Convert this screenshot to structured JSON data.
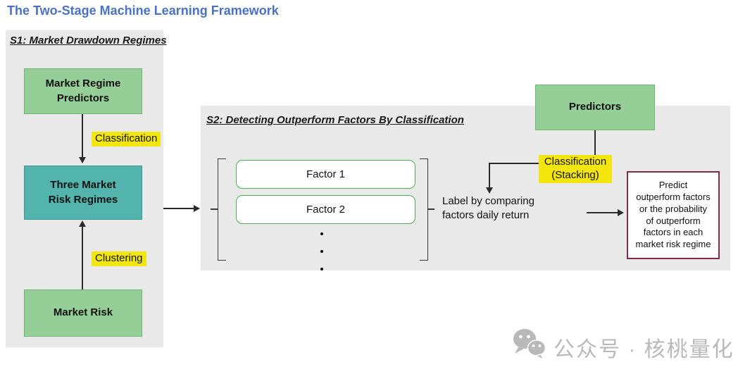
{
  "title": "The Two-Stage Machine Learning Framework",
  "colors": {
    "title_blue": "#4a72c4",
    "panel_gray": "#e9e9e9",
    "green_fill": "#95cf97",
    "teal_fill": "#52b4ac",
    "yellow_highlight": "#f2e60e",
    "factor_border_green": "#4caf50",
    "predict_border_maroon": "#7d2c4d",
    "watermark_gray": "#b9b9b9"
  },
  "s1": {
    "header": "S1: Market Drawdown Regimes",
    "market_regime_predictors": "Market Regime\nPredictors",
    "classification_label": "Classification",
    "three_market_risk_regimes": "Three Market\nRisk Regimes",
    "clustering_label": "Clustering",
    "market_risk": "Market Risk"
  },
  "s2": {
    "header": "S2: Detecting Outperform Factors By Classification",
    "factors": [
      {
        "label": "Factor 1"
      },
      {
        "label": "Factor 2"
      }
    ],
    "ellipsis_dots": [
      ".",
      ".",
      "."
    ],
    "label_by": "Label by comparing\nfactors daily return",
    "predictors": "Predictors",
    "classification_stacking": "Classification\n(Stacking)",
    "predict_text": "Predict\noutperform factors\nor the probability\nof outperform\nfactors in each\nmarket risk regime"
  },
  "watermark": {
    "icon": "wechat-icon",
    "text": "公众号 · 核桃量化"
  }
}
